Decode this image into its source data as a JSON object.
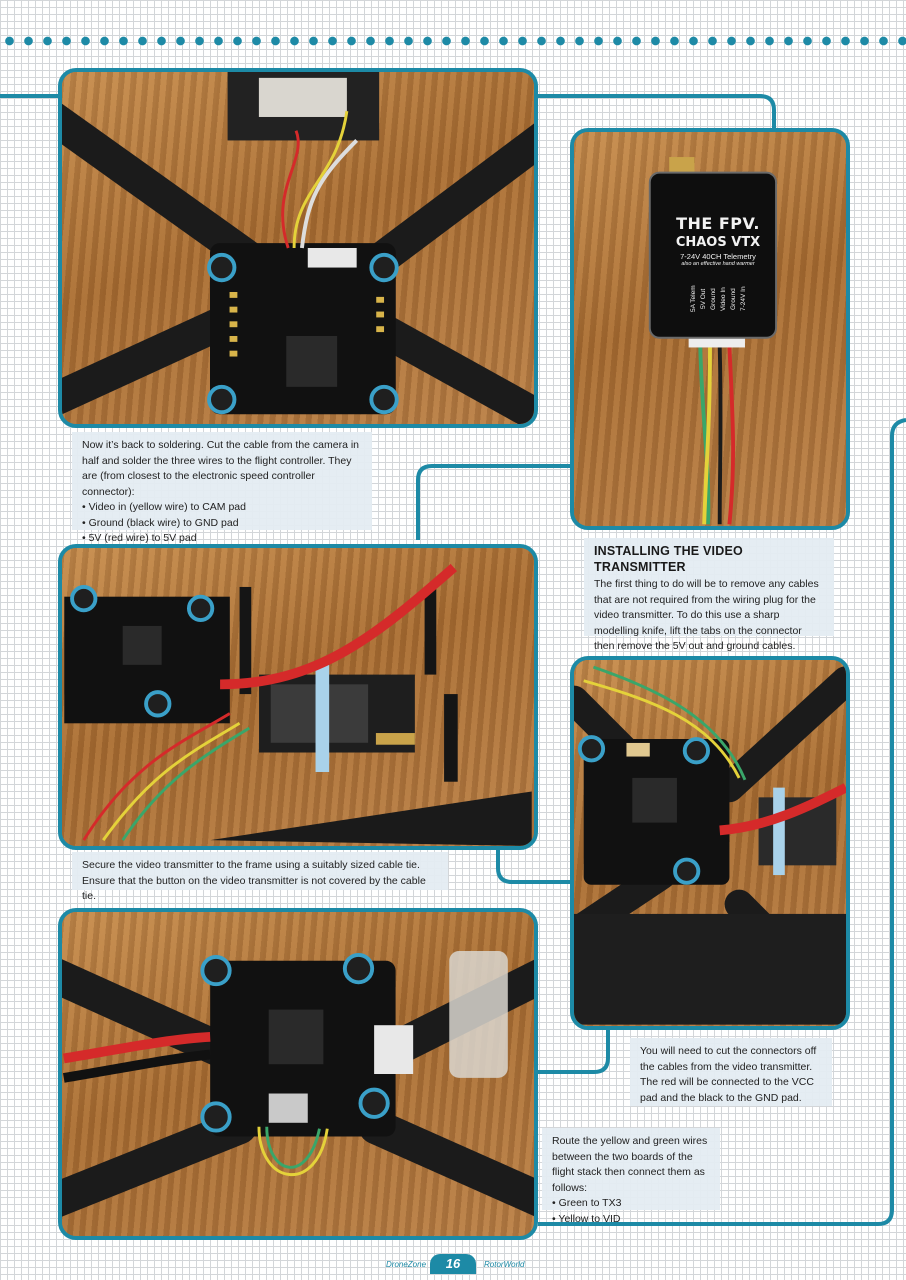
{
  "captions": {
    "soldering": {
      "intro": "Now it’s back to soldering. Cut the cable from the camera in half and solder the three wires to the flight controller. They are (from closest to the electronic speed controller connector):",
      "bullets": [
        "Video in (yellow wire) to CAM pad",
        "Ground (black wire) to GND pad",
        "5V (red wire) to 5V pad"
      ]
    },
    "install": {
      "heading": "INSTALLING THE VIDEO TRANSMITTER",
      "body": "The first thing to do will be to remove any cables that are not required from the wiring plug for the video transmitter. To do this use a sharp modelling knife, lift the tabs on the connector then remove the 5V out and ground cables."
    },
    "secure": {
      "body": "Secure the video transmitter to the frame using a suitably sized cable tie. Ensure that the button on the video transmitter is not covered by the cable tie."
    },
    "cut": {
      "body": "You will need to cut the connectors off the cables from the video transmitter. The red will be connected to the VCC pad and the black to the GND pad."
    },
    "route": {
      "intro": "Route the yellow and green wires between the two boards of the flight stack then connect them as follows:",
      "bullets": [
        "Green to TX3",
        "Yellow to VID"
      ]
    }
  },
  "vtx_label": {
    "brand": "THE FPV.",
    "model": "CHAOS VTX",
    "spec": "7-24V 40CH Telemetry",
    "tagline": "also an effective hand warmer",
    "pins": [
      "5A Telem",
      "5V Out",
      "Ground",
      "Video In",
      "Ground",
      "7-24V In"
    ]
  },
  "footer": {
    "left": "DroneZone",
    "page": "16",
    "right": "RotorWorld"
  },
  "colors": {
    "accent": "#1d8aa6",
    "caption_bg": "#e4ecf2"
  }
}
